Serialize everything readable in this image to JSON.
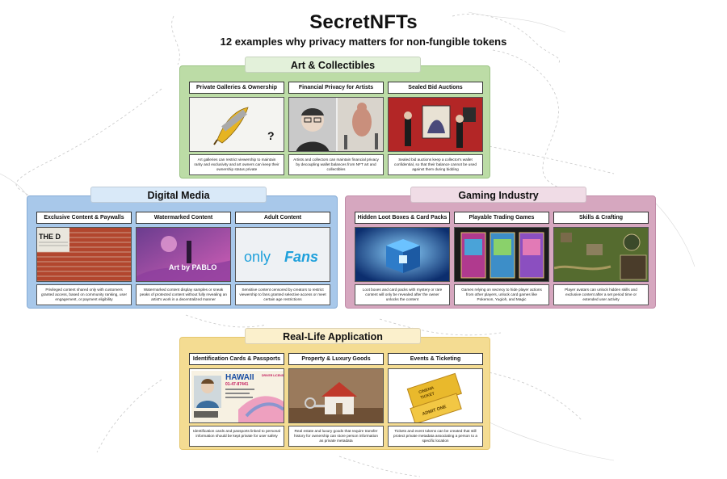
{
  "header": {
    "title": "SecretNFTs",
    "subtitle": "12 examples why privacy matters for non-fungible tokens"
  },
  "colors": {
    "art": "#bcdca6",
    "media": "#a8c8ea",
    "gaming": "#d6a7bf",
    "life": "#f4dc92"
  },
  "categories": [
    {
      "title": "Art & Collectibles",
      "cards": [
        {
          "label": "Private Galleries & Ownership",
          "image": "banana-taped-to-wall-image",
          "desc": "Art galleries can restrict viewership to maintain rarity and exclusivity and art owners can keep their ownership status private"
        },
        {
          "label": "Financial Privacy for Artists",
          "image": "artist-portrait-and-sculpture-image",
          "desc": "Artists and collectors can maintain financial privacy by decoupling wallet balances from NFT art and collectibles"
        },
        {
          "label": "Sealed Bid Auctions",
          "image": "auction-painting-image",
          "desc": "Sealed bid auctions keep a collector's wallet confidential, so that their balance cannot be used against them during bidding"
        }
      ]
    },
    {
      "title": "Digital Media",
      "cards": [
        {
          "label": "Exclusive Content & Paywalls",
          "image": "newspaper-behind-brick-wall-image",
          "desc": "Privileged content shared only with customers granted access, based on community ranking, user engagement, or payment eligibility"
        },
        {
          "label": "Watermarked Content",
          "image": "watermarked-artwork-image",
          "desc": "Watermarked content display samples or sneak peaks of protected content without fully revealing an artist's work in a decentralized manner"
        },
        {
          "label": "Adult Content",
          "image": "onlyfans-logo-image",
          "desc": "Sensitive content censored by creators to restrict viewership to fans granted selective access or meet certain age restrictions"
        }
      ]
    },
    {
      "title": "Gaming Industry",
      "cards": [
        {
          "label": "Hidden Loot Boxes & Card Packs",
          "image": "glowing-loot-box-image",
          "desc": "Loot boxes and card packs with mystery or rare content will only be revealed after the owner unlocks the content"
        },
        {
          "label": "Playable Trading Games",
          "image": "trading-cards-image",
          "desc": "Games relying on secrecy to hide player actions from other players, unlock card games like Pokemon, Yugioh, and Magic"
        },
        {
          "label": "Skills & Crafting",
          "image": "game-map-screenshot-image",
          "desc": "Player avatars can unlock hidden skills and exclusive content after a set period time or extended user activity"
        }
      ]
    },
    {
      "title": "Real-Life Application",
      "cards": [
        {
          "label": "Identification Cards & Passports",
          "image": "hawaii-drivers-license-image",
          "desc": "Identification cards and passports linked to personal information should be kept private for user safety"
        },
        {
          "label": "Property & Luxury Goods",
          "image": "house-keys-image",
          "desc": "Real estate and luxury goods that require transfer history for ownership can store person information as private metadata"
        },
        {
          "label": "Events & Ticketing",
          "image": "cinema-tickets-image",
          "desc": "Tickets and event tokens can be created that still protect private metadata associating a person to a specific location"
        }
      ]
    }
  ],
  "image_text": {
    "newspaper_masthead": "THE D",
    "watermark": "Art by PABLO",
    "logo_only": "only",
    "logo_fans": "Fans",
    "license_state": "HAWAII",
    "license_kind": "DRIVER LICENSE",
    "license_number": "01-47-87441",
    "ticket_top": "CINEMA",
    "ticket_mid": "TICKET",
    "ticket_admit": "ADMIT ONE"
  }
}
